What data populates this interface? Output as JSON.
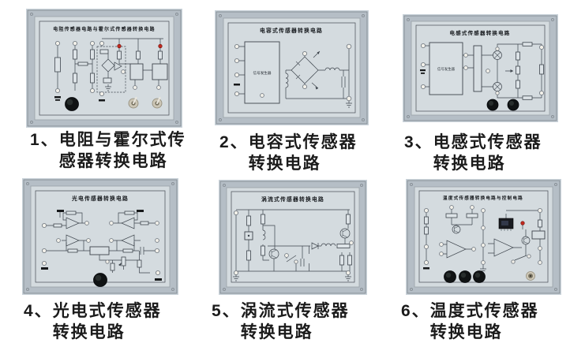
{
  "page": {
    "background": "#ffffff"
  },
  "colors": {
    "frame_metal": "#b5bec6",
    "panel_face": "#d4dbdf",
    "circuit_line": "#3d444c",
    "title_text": "#15181c",
    "caption_text": "#1b1b1b",
    "led_red": "#c0281e",
    "knob_black": "#101314",
    "toggle_metal": "#ccc6b6",
    "jack_metal": "#cec8b7"
  },
  "panels": [
    {
      "board_title": "电阻传感器电路与霍尔式传感器转换电路",
      "caption_number": "1、",
      "caption_line1": "电阻与霍尔式传",
      "caption_line2": "感器转换电路"
    },
    {
      "board_title": "电容式传感器转换电路",
      "generator_label": "信号发生器",
      "caption_number": "2、",
      "caption_line1": "电容式传感器",
      "caption_line2": "转换电路"
    },
    {
      "board_title": "电感式传感器转换电路",
      "generator_label": "信号发生器",
      "caption_number": "3、",
      "caption_line1": "电感式传感器",
      "caption_line2": "转换电路"
    },
    {
      "board_title": "光电传感器转换电路",
      "caption_number": "4、",
      "caption_line1": "光电式传感器",
      "caption_line2": "转换电路"
    },
    {
      "board_title": "涡流式传感器转换电路",
      "caption_number": "5、",
      "caption_line1": "涡流式传感器",
      "caption_line2": "转换电路"
    },
    {
      "board_title": "温度式传感器转换电路与控制电路",
      "caption_number": "6、",
      "caption_line1": "温度式传感器",
      "caption_line2": "转换电路"
    }
  ]
}
